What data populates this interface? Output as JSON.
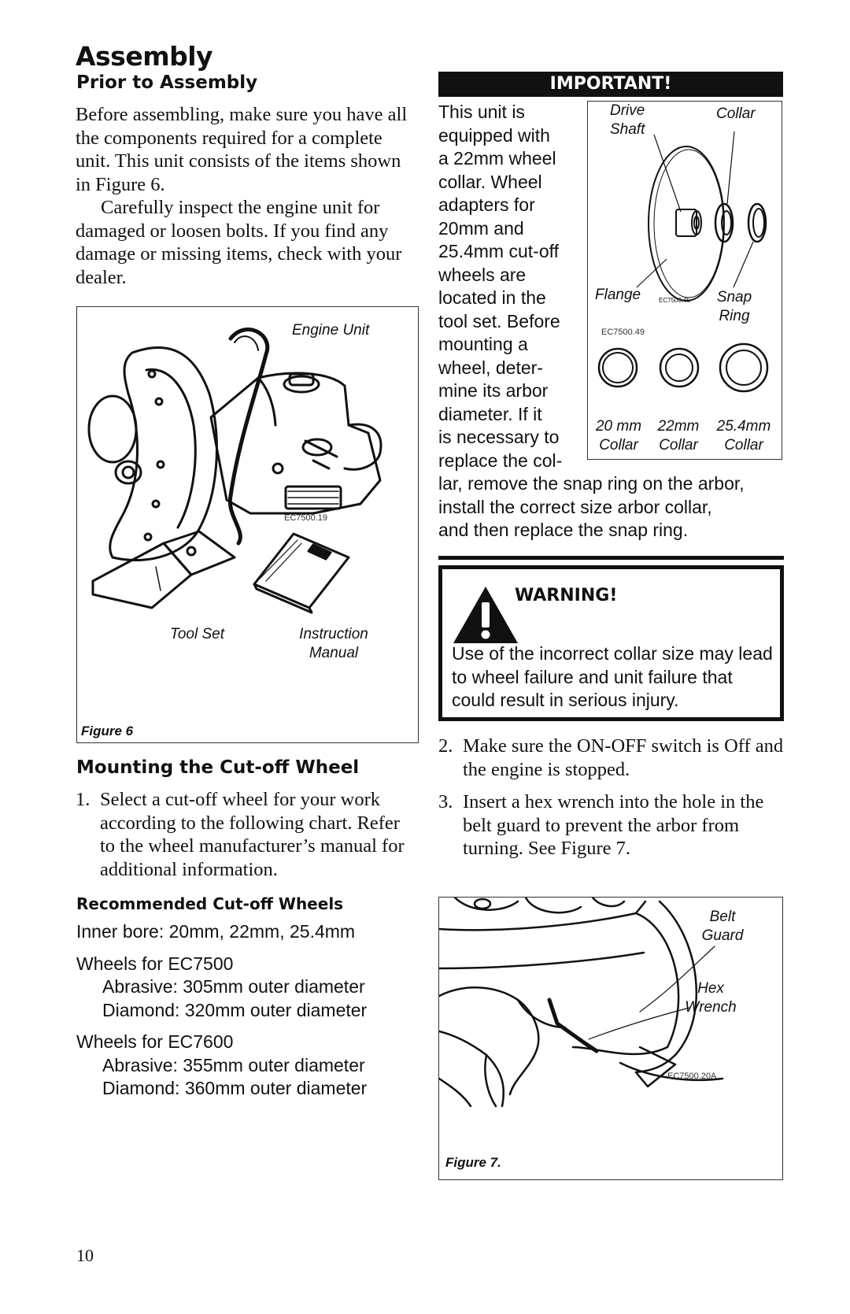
{
  "page_title": "Assembly",
  "prior": {
    "heading": "Prior to Assembly",
    "para1": "Before assembling, make sure you have all the components required for a complete unit. This unit consists of the items shown in Figure 6.",
    "para2": "Carefully inspect the engine unit for damaged or loosen bolts. If you find any damage or missing items, check with your dealer."
  },
  "figure6": {
    "engine_label": "Engine Unit",
    "code": "EC7500.19",
    "toolset_label": "Tool Set",
    "manual_label_1": "Instruction",
    "manual_label_2": "Manual",
    "caption": "Figure 6"
  },
  "mounting": {
    "heading": "Mounting the Cut-off Wheel",
    "step1_num": "1.",
    "step1_text": "Select a cut-off wheel for your work according to the following chart. Refer to the wheel manufacturer’s manual for additional information."
  },
  "recommended": {
    "heading": "Recommended Cut-off Wheels",
    "inner_bore": "Inner bore: 20mm, 22mm, 25.4mm",
    "group1_title": "Wheels for EC7500",
    "group1_line1": "Abrasive: 305mm outer diameter",
    "group1_line2": "Diamond: 320mm outer diameter",
    "group2_title": "Wheels for EC7600",
    "group2_line1": "Abrasive: 355mm outer diameter",
    "group2_line2": "Diamond: 360mm outer diameter"
  },
  "important": {
    "banner": "IMPORTANT!",
    "text_lines": [
      "This unit is",
      "equipped with",
      "a 22mm wheel",
      "collar. Wheel",
      "adapters for",
      "20mm and",
      "25.4mm cut-off",
      "wheels are",
      "located in the",
      "tool set. Before",
      "mounting a",
      "wheel, deter-",
      "mine its arbor",
      "diameter. If it",
      "is necessary to",
      "replace the col-"
    ],
    "text_full_lines": [
      "lar, remove the snap ring on the arbor,",
      "install the correct size arbor collar,",
      "and then replace the snap ring."
    ],
    "collar_figure": {
      "drive_1": "Drive",
      "drive_2": "Shaft",
      "collar": "Collar",
      "flange": "Flange",
      "snap_1": "Snap",
      "snap_2": "Ring",
      "code_small": "EC7500.45",
      "code": "EC7500.49",
      "c1_size": "20 mm",
      "c2_size": "22mm",
      "c3_size": "25.4mm",
      "c_word": "Collar"
    }
  },
  "warning": {
    "title": "WARNING!",
    "text": "Use of the incorrect collar size may lead to wheel failure and unit failure that could result in serious injury."
  },
  "steps": [
    {
      "num": "2.",
      "text": "Make sure the ON-OFF switch is Off and the engine is stopped."
    },
    {
      "num": "3.",
      "text": "Insert a hex wrench into the hole in the belt guard to prevent the arbor from turning. See Figure 7."
    }
  ],
  "figure7": {
    "belt_1": "Belt",
    "belt_2": "Guard",
    "hex_1": "Hex",
    "hex_2": "Wrench",
    "code": "EC7500.20A",
    "caption": "Figure 7."
  },
  "page_number": "10"
}
